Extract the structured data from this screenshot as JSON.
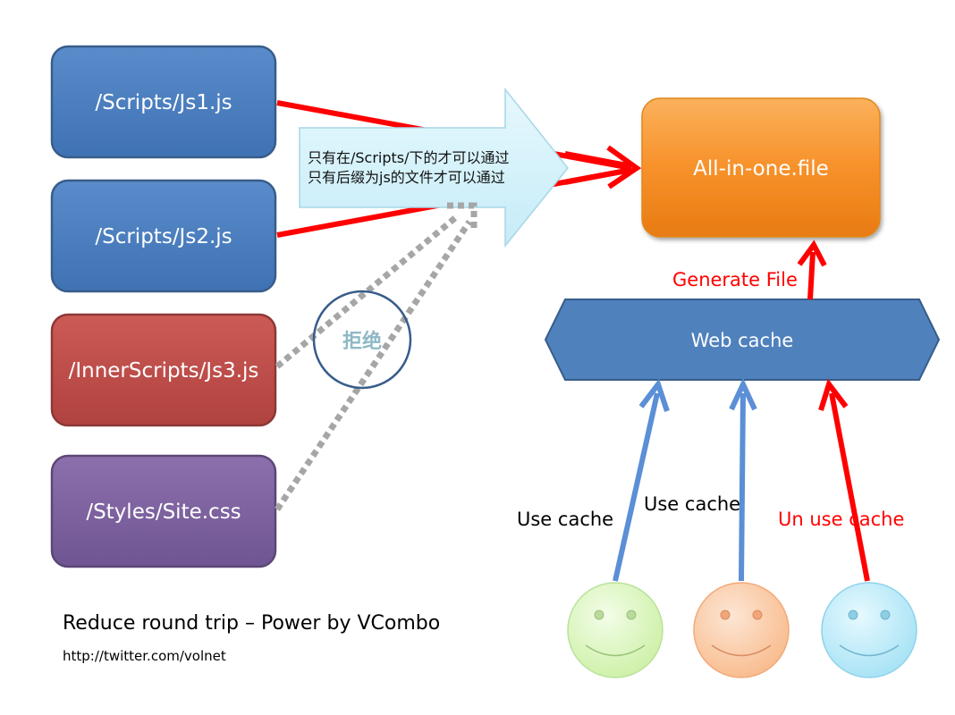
{
  "sources": [
    {
      "label": "/Scripts/Js1.js",
      "color": "#4f81bd",
      "border": "#385d8a"
    },
    {
      "label": "/Scripts/Js2.js",
      "color": "#4f81bd",
      "border": "#385d8a"
    },
    {
      "label": "/InnerScripts/Js3.js",
      "color": "#c0504d",
      "border": "#8c3836"
    },
    {
      "label": "/Styles/Site.css",
      "color": "#8064a2",
      "border": "#5c4776"
    }
  ],
  "filter": {
    "line1": "只有在/Scripts/下的才可以通过",
    "line2": "只有后缀为js的文件才可以通过"
  },
  "reject_label": "拒绝",
  "output": {
    "label": "All-in-one.file",
    "color": "#f79646"
  },
  "web_cache": {
    "label": "Web cache",
    "color": "#4f81bd"
  },
  "generate_label": "Generate File",
  "clients": [
    {
      "label": "Use cache",
      "face_color": "#d7f5b8",
      "arrow_color": "#5b8fd6"
    },
    {
      "label": "Use cache",
      "face_color": "#fbcba6",
      "arrow_color": "#5b8fd6"
    },
    {
      "label": "Un use cache",
      "face_color": "#b9e9f7",
      "arrow_color": "#ff0000"
    }
  ],
  "footer": {
    "title": "Reduce round trip – Power by VCombo",
    "url": "http://twitter.com/volnet"
  }
}
